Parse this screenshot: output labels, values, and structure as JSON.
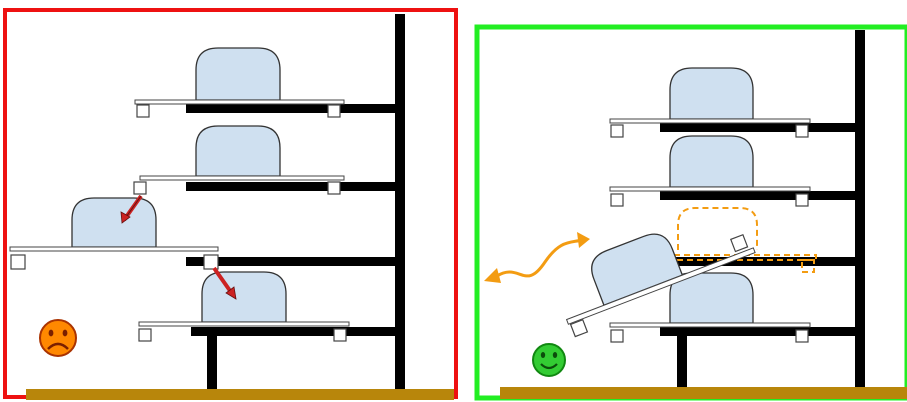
{
  "panels": [
    {
      "name": "bad-arrangement",
      "outcome": "sad",
      "frame_color": "#ee1111"
    },
    {
      "name": "good-arrangement",
      "outcome": "happy",
      "frame_color": "#22ee22"
    }
  ],
  "colors": {
    "shelf": "#000000",
    "floor": "#b8860b",
    "object_fill": "#cfe0f0",
    "object_stroke": "#333333",
    "collision_marker": "#cc2222",
    "motion_arrow": "#f39c12",
    "target_ghost": "#f39c12",
    "sad_face": "#ff8800",
    "happy_face": "#33cc33"
  },
  "icons": [
    "sad-face-icon",
    "happy-face-icon",
    "collision-arrow-icon",
    "motion-path-icon"
  ]
}
